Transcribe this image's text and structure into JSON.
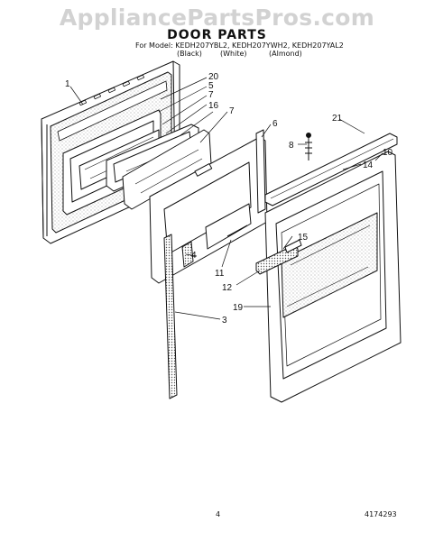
{
  "header": {
    "watermark": "AppliancePartsPros.com",
    "title": "DOOR PARTS",
    "model_line": "For Model: KEDH207YBL2, KEDH207YWH2, KEDH207YAL2",
    "colors": [
      "(Black)",
      "(White)",
      "(Almond)"
    ]
  },
  "callouts": [
    "1",
    "20",
    "5",
    "7",
    "16",
    "7",
    "6",
    "21",
    "8",
    "14",
    "10",
    "4",
    "15",
    "11",
    "12",
    "19",
    "3"
  ],
  "footer": {
    "page_number": "4",
    "doc_number": "4174293"
  },
  "colors": {
    "line": "#111111",
    "stipple": "#9a9a9a",
    "watermark": "#d2d2d2"
  }
}
